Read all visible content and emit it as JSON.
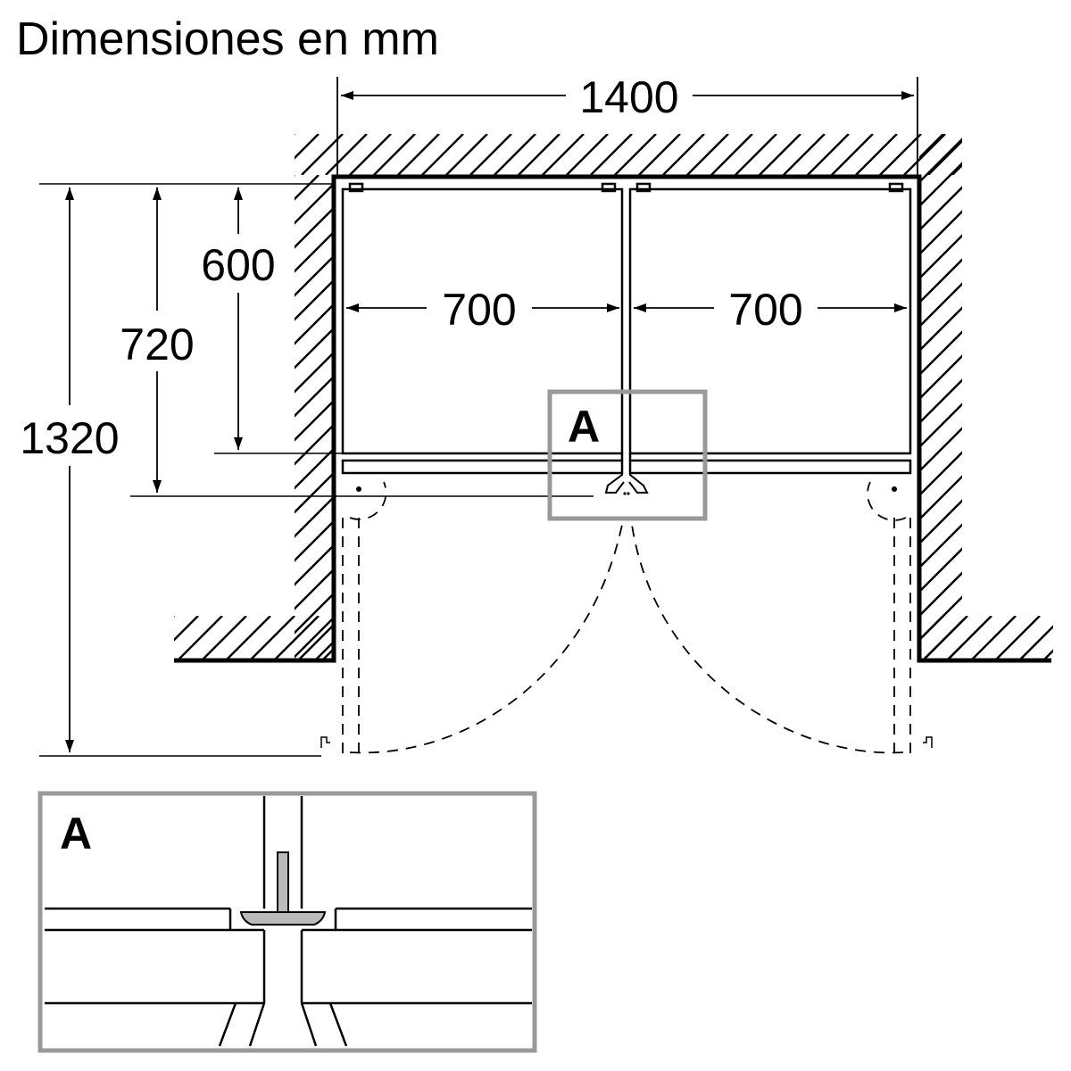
{
  "title": "Dimensiones en mm",
  "dimensions": {
    "total_width": "1400",
    "door_width_left": "700",
    "door_width_right": "700",
    "depth_body": "600",
    "depth_with_handle": "720",
    "depth_open": "1320"
  },
  "detail": {
    "label_main": "A",
    "label_inset": "A"
  },
  "colors": {
    "line": "#000000",
    "frame": "#999999",
    "hinge": "#bbbbbb"
  }
}
